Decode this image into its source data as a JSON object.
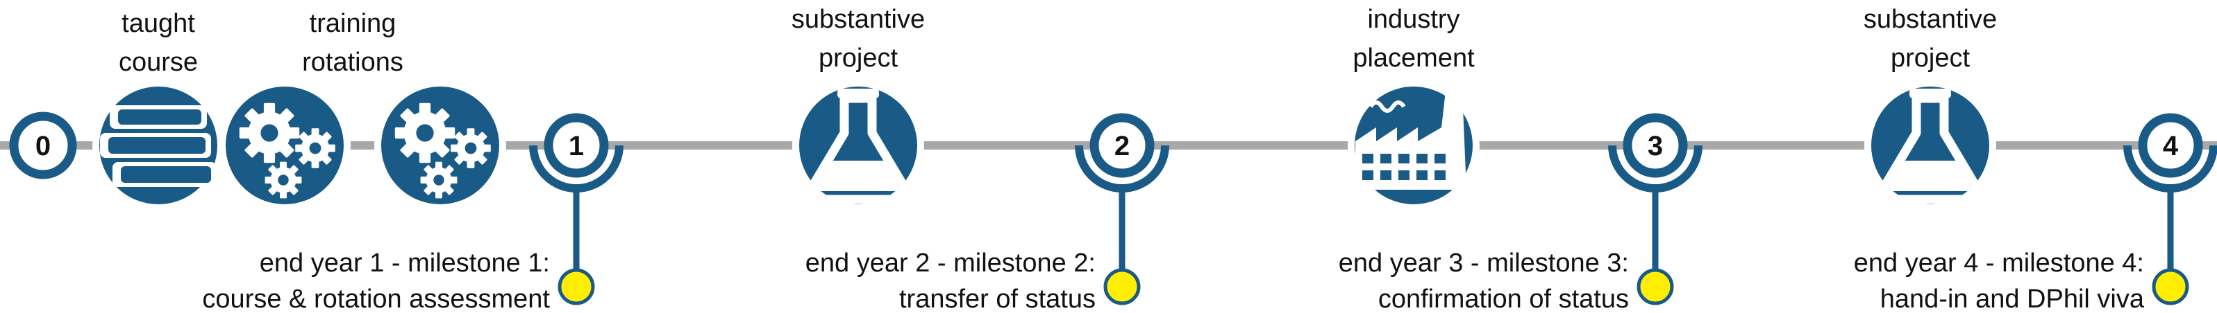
{
  "colors": {
    "primary": "#1a5a87",
    "track": "#a8a8a8",
    "marker_fill": "#ffee00",
    "marker_stroke": "#1a5a87"
  },
  "nodes": {
    "n0": "0",
    "n1": "1",
    "n2": "2",
    "n3": "3",
    "n4": "4"
  },
  "phases": {
    "taught": [
      "taught",
      "course"
    ],
    "training": [
      "training",
      "rotations"
    ],
    "project1": [
      "substantive",
      "project"
    ],
    "industry": [
      "industry",
      "placement"
    ],
    "project2": [
      "substantive",
      "project"
    ]
  },
  "milestones": {
    "m1": [
      "end year 1 - milestone 1:",
      "course & rotation assessment"
    ],
    "m2": [
      "end year 2 - milestone 2:",
      "transfer of status"
    ],
    "m3": [
      "end year 3 - milestone 3:",
      "confirmation of status"
    ],
    "m4": [
      "end year 4 - milestone 4:",
      "hand-in and DPhil viva"
    ]
  },
  "icons": {
    "books": "books-icon",
    "gears": "gears-icon",
    "flask": "flask-icon",
    "factory": "factory-icon"
  }
}
